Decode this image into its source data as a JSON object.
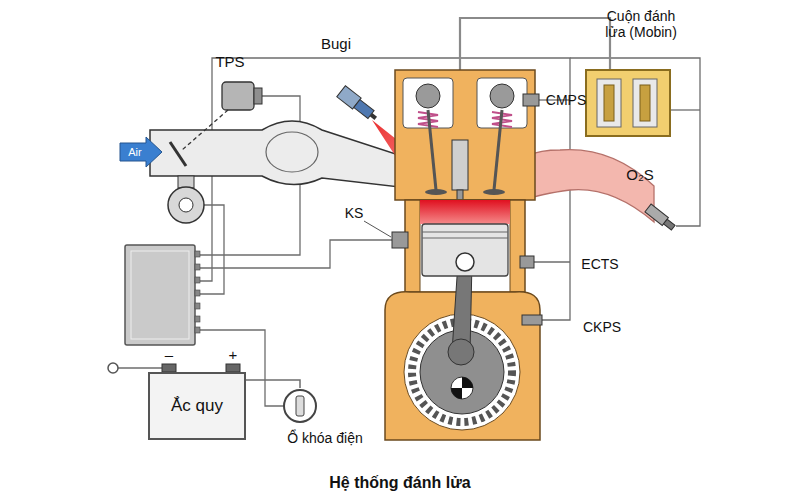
{
  "diagram": {
    "caption": "Hệ thống đánh lửa",
    "nodes": [
      {
        "text": [
          "Cuộn đánh lửa (Mobin)"
        ]
      },
      {
        "text": [
          "Ắc quy"
        ]
      },
      {
        "text": [
          "Ổ khóa điện"
        ]
      }
    ],
    "edges": [
      {
        "from": 1,
        "to": 2,
        "arrow": "none"
      }
    ],
    "labels": [
      "TPS",
      "Bugi",
      "CMPS",
      "O₂S",
      "Air",
      "KS",
      "ECTS",
      "CKPS",
      "–",
      "+"
    ]
  }
}
